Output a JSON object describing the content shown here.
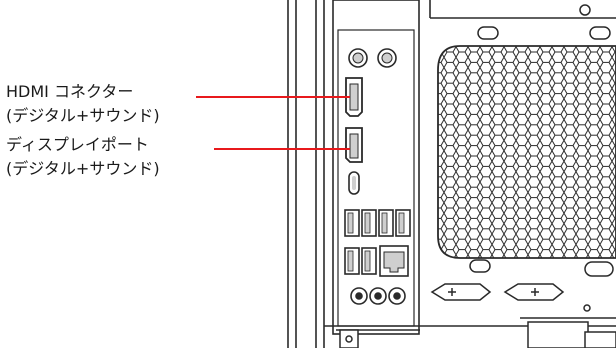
{
  "callouts": {
    "hdmi": {
      "line1": "HDMI コネクター",
      "line2": "(デジタル+サウンド)"
    },
    "displayport": {
      "line1": "ディスプレイポート",
      "line2": "(デジタル+サウンド)"
    }
  },
  "colors": {
    "leader_line": "#e8191c",
    "outline": "#2a2a2a",
    "fill": "#ffffff",
    "shade": "#cfcfcf"
  }
}
